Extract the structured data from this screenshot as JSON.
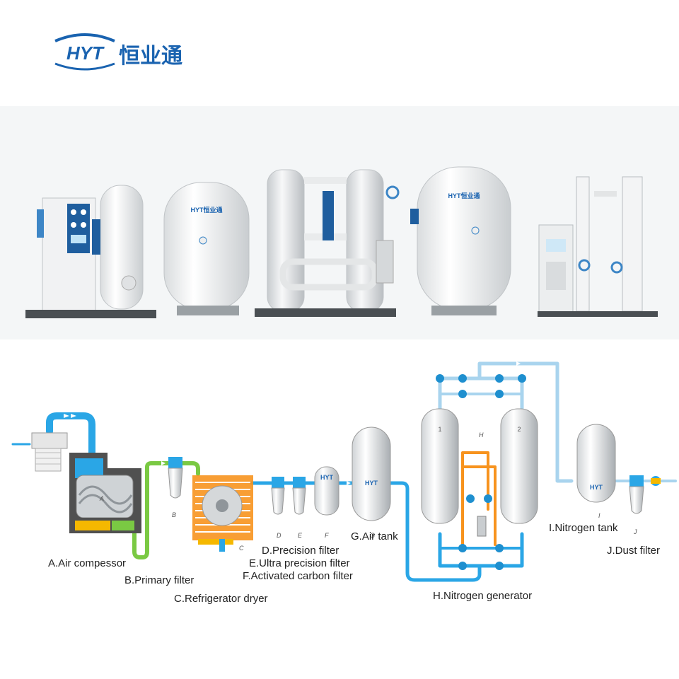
{
  "brand": {
    "logo_latin": "HYT",
    "logo_chinese": "恒业通"
  },
  "photo_row": {
    "equipment_logo": "HYT恒业通"
  },
  "diagram": {
    "components": [
      {
        "key": "A",
        "label": "A.Air compessor",
        "letter": "A"
      },
      {
        "key": "B",
        "label": "B.Primary filter",
        "letter": "B"
      },
      {
        "key": "C",
        "label": "C.Refrigerator dryer",
        "letter": "C"
      },
      {
        "key": "D",
        "label": "D.Precision filter",
        "letter": "D"
      },
      {
        "key": "E",
        "label": "E.Ultra precision filter",
        "letter": "E"
      },
      {
        "key": "F",
        "label": "F.Activated carbon filter",
        "letter": "F"
      },
      {
        "key": "G",
        "label": "G.Air tank",
        "letter": "G"
      },
      {
        "key": "H",
        "label": "H.Nitrogen generator",
        "letter": "H"
      },
      {
        "key": "I",
        "label": "I.Nitrogen tank",
        "letter": "I"
      },
      {
        "key": "J",
        "label": "J.Dust filter",
        "letter": "J"
      }
    ],
    "tower_numbers": [
      "1",
      "2"
    ],
    "tank_logo": "HYT",
    "colors": {
      "air_pipe": "#2aa6e6",
      "primary_pipe": "#7ac943",
      "nitrogen_pipe": "#a9d4ee",
      "hot_pipe": "#f7931e",
      "compressor_body": "#505050",
      "brand_blue": "#1a63b0"
    }
  }
}
